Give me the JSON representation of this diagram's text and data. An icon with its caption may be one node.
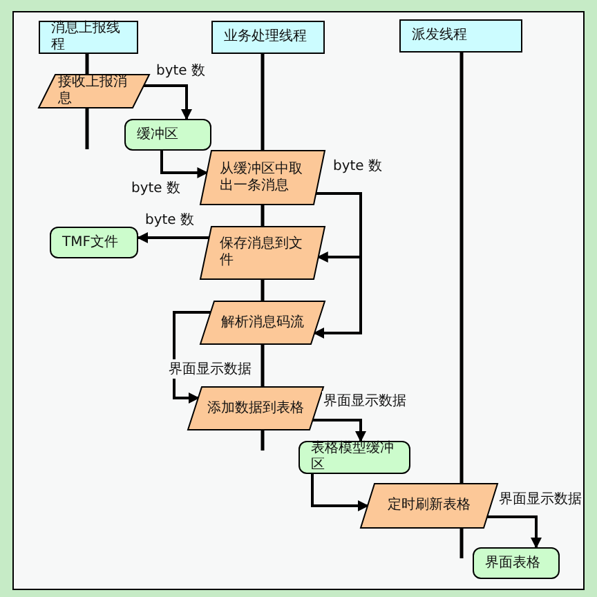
{
  "diagram": {
    "nodes": [
      {
        "text": [
          "消息上报线程"
        ]
      },
      {
        "text": [
          "业务处理线程"
        ]
      },
      {
        "text": [
          "派发线程"
        ]
      },
      {
        "text": [
          "接收上报消息"
        ]
      },
      {
        "text": [
          "缓冲区"
        ]
      },
      {
        "text": [
          "从缓冲区中取出一条消息"
        ]
      },
      {
        "text": [
          "TMF文件"
        ]
      },
      {
        "text": [
          "保存消息到文件"
        ]
      },
      {
        "text": [
          "解析消息码流"
        ]
      },
      {
        "text": [
          "添加数据到表格"
        ]
      },
      {
        "text": [
          "表格模型缓冲区"
        ]
      },
      {
        "text": [
          "定时刷新表格"
        ]
      },
      {
        "text": [
          "界面表格"
        ]
      }
    ],
    "edges": [
      {
        "from": 3,
        "to": 4,
        "arrow": "to",
        "label": "byte 数"
      },
      {
        "from": 4,
        "to": 5,
        "arrow": "to",
        "label": "byte 数"
      },
      {
        "from": 5,
        "to": 7,
        "arrow": "to",
        "label": "byte 数"
      },
      {
        "from": 5,
        "to": 8,
        "arrow": "to"
      },
      {
        "from": 7,
        "to": 6,
        "arrow": "to",
        "label": "byte 数"
      },
      {
        "from": 8,
        "to": 9,
        "arrow": "to",
        "label": "界面显示数据"
      },
      {
        "from": 9,
        "to": 10,
        "arrow": "to",
        "label": "界面显示数据"
      },
      {
        "from": 10,
        "to": 11,
        "arrow": "to"
      },
      {
        "from": 11,
        "to": 12,
        "arrow": "to",
        "label": "界面显示数据"
      }
    ]
  }
}
